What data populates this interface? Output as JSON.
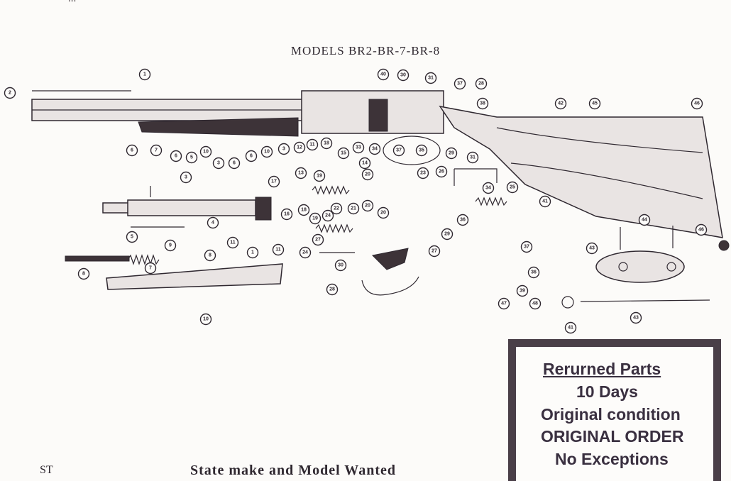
{
  "header": {
    "cropped_top_text": "...",
    "title": "MODELS BR2-BR-7-BR-8"
  },
  "notice": {
    "title": "Rerurned Parts",
    "lines": [
      "10 Days",
      "Original condition",
      "ORIGINAL ORDER",
      "No Exceptions"
    ]
  },
  "footer": {
    "left_fragment": "ST",
    "center_text": "State make and Model Wanted"
  },
  "callouts": [
    {
      "label": "1"
    },
    {
      "label": "2"
    },
    {
      "label": "40"
    },
    {
      "label": "30"
    },
    {
      "label": "31"
    },
    {
      "label": "37"
    },
    {
      "label": "28"
    },
    {
      "label": "38"
    },
    {
      "label": "42"
    },
    {
      "label": "45"
    },
    {
      "label": "46"
    },
    {
      "label": "6"
    },
    {
      "label": "7"
    },
    {
      "label": "6"
    },
    {
      "label": "5"
    },
    {
      "label": "10"
    },
    {
      "label": "3"
    },
    {
      "label": "6"
    },
    {
      "label": "6"
    },
    {
      "label": "10"
    },
    {
      "label": "3"
    },
    {
      "label": "12"
    },
    {
      "label": "11"
    },
    {
      "label": "18"
    },
    {
      "label": "33"
    },
    {
      "label": "34"
    },
    {
      "label": "37"
    },
    {
      "label": "35"
    },
    {
      "label": "29"
    },
    {
      "label": "31"
    },
    {
      "label": "15"
    },
    {
      "label": "14"
    },
    {
      "label": "13"
    },
    {
      "label": "19"
    },
    {
      "label": "20"
    },
    {
      "label": "23"
    },
    {
      "label": "26"
    },
    {
      "label": "3"
    },
    {
      "label": "17"
    },
    {
      "label": "16"
    },
    {
      "label": "18"
    },
    {
      "label": "22"
    },
    {
      "label": "21"
    },
    {
      "label": "20"
    },
    {
      "label": "19"
    },
    {
      "label": "24"
    },
    {
      "label": "20"
    },
    {
      "label": "4"
    },
    {
      "label": "5"
    },
    {
      "label": "9"
    },
    {
      "label": "11"
    },
    {
      "label": "1"
    },
    {
      "label": "11"
    },
    {
      "label": "27"
    },
    {
      "label": "24"
    },
    {
      "label": "34"
    },
    {
      "label": "25"
    },
    {
      "label": "36"
    },
    {
      "label": "29"
    },
    {
      "label": "41"
    },
    {
      "label": "46"
    },
    {
      "label": "44"
    },
    {
      "label": "37"
    },
    {
      "label": "43"
    },
    {
      "label": "8"
    },
    {
      "label": "7"
    },
    {
      "label": "8"
    },
    {
      "label": "10"
    },
    {
      "label": "30"
    },
    {
      "label": "27"
    },
    {
      "label": "28"
    },
    {
      "label": "36"
    },
    {
      "label": "39"
    },
    {
      "label": "47"
    },
    {
      "label": "48"
    },
    {
      "label": "41"
    },
    {
      "label": "43"
    }
  ]
}
